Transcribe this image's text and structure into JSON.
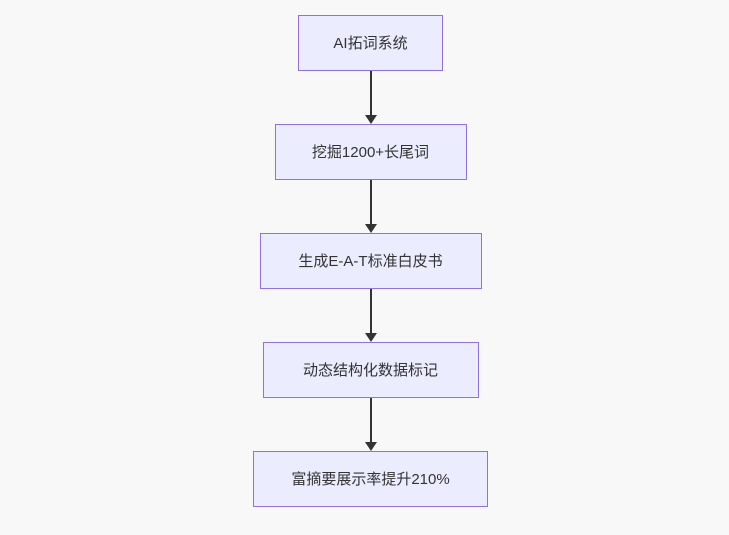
{
  "flowchart": {
    "type": "flowchart",
    "direction": "top-down",
    "nodes": [
      {
        "label": "AI拓词系统"
      },
      {
        "label": "挖掘1200+长尾词"
      },
      {
        "label": "生成E-A-T标准白皮书"
      },
      {
        "label": "动态结构化数据标记"
      },
      {
        "label": "富摘要展示率提升210%"
      }
    ],
    "edges": [
      {
        "from": 0,
        "to": 1
      },
      {
        "from": 1,
        "to": 2
      },
      {
        "from": 2,
        "to": 3
      },
      {
        "from": 3,
        "to": 4
      }
    ],
    "colors": {
      "background": "#F8F8F8",
      "node_fill": "#ECECFF",
      "node_border": "#9370DB",
      "arrow": "#333333",
      "text": "#333333"
    }
  }
}
